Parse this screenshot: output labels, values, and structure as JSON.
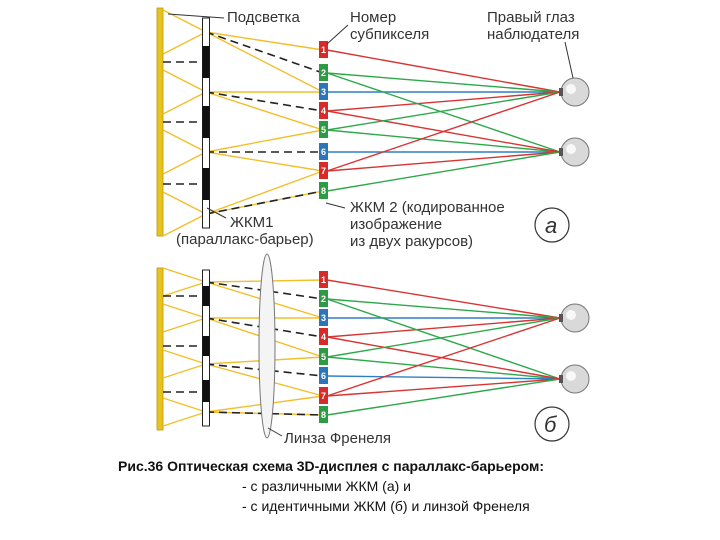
{
  "colors": {
    "backlight": "#e8c21d",
    "ray_yellow": "#f2bf2a",
    "ray_green": "#2ca84a",
    "ray_blue": "#2f7fc4",
    "ray_red": "#d83434",
    "dashed": "#222222",
    "subpixels": [
      "#d62b2b",
      "#2e9a45",
      "#2d74b8",
      "#d62b2b",
      "#2e9a45",
      "#2d74b8",
      "#d62b2b",
      "#2e9a45"
    ]
  },
  "panel_a": {
    "backlight_label": "Подсветка",
    "subpixel_label": [
      "Номер",
      "субпикселя"
    ],
    "eye_label": [
      "Правый глаз",
      "наблюдателя"
    ],
    "barrier_label": [
      "ЖКМ1",
      "(параллакс-барьер)"
    ],
    "lcd2_label": [
      "ЖКМ 2 (кодированное",
      "изображение",
      "из двух ракурсов)"
    ],
    "letter": "а",
    "subpixel_numbers": [
      "1",
      "2",
      "3",
      "4",
      "5",
      "6",
      "7",
      "8"
    ]
  },
  "panel_b": {
    "fresnel_label": "Линза Френеля",
    "letter": "б",
    "subpixel_numbers": [
      "1",
      "2",
      "3",
      "4",
      "5",
      "6",
      "7",
      "8"
    ]
  },
  "caption": {
    "title": "Рис.36 Оптическая схема 3D-дисплея с параллакс-барьером:",
    "line1": "- с различными ЖКМ (а) и",
    "line2": "- с идентичными ЖКМ (б) и линзой Френеля"
  }
}
